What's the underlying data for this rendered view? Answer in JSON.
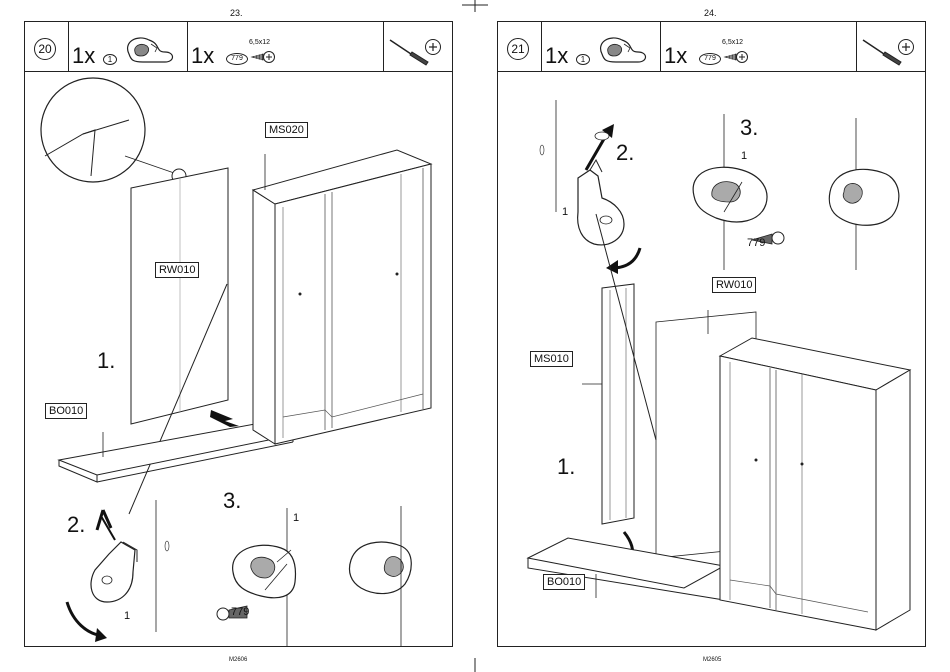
{
  "pages": [
    {
      "page_number": "23.",
      "footer_code": "M2606",
      "step": "20",
      "items": [
        {
          "qty": "1x",
          "part": "1"
        },
        {
          "qty": "1x",
          "part": "779",
          "size": "6,5x12"
        }
      ],
      "tools": [
        "screwdriver-icon",
        "phillips-head-icon"
      ],
      "labels": {
        "top_panel": "MS020",
        "back_panel": "RW010",
        "base": "BO010"
      },
      "substeps": {
        "one": "1.",
        "two": "2.",
        "three": "3."
      },
      "callouts": {
        "part_a": "1",
        "part_b": "1",
        "screw": "779"
      }
    },
    {
      "page_number": "24.",
      "footer_code": "M2605",
      "step": "21",
      "items": [
        {
          "qty": "1x",
          "part": "1"
        },
        {
          "qty": "1x",
          "part": "779",
          "size": "6,5x12"
        }
      ],
      "tools": [
        "screwdriver-icon",
        "phillips-head-icon"
      ],
      "labels": {
        "side_panel": "MS010",
        "back_panel": "RW010",
        "base": "BO010"
      },
      "substeps": {
        "one": "1.",
        "two": "2.",
        "three": "3."
      },
      "callouts": {
        "part_a": "1",
        "part_b": "1",
        "screw": "779"
      }
    }
  ]
}
